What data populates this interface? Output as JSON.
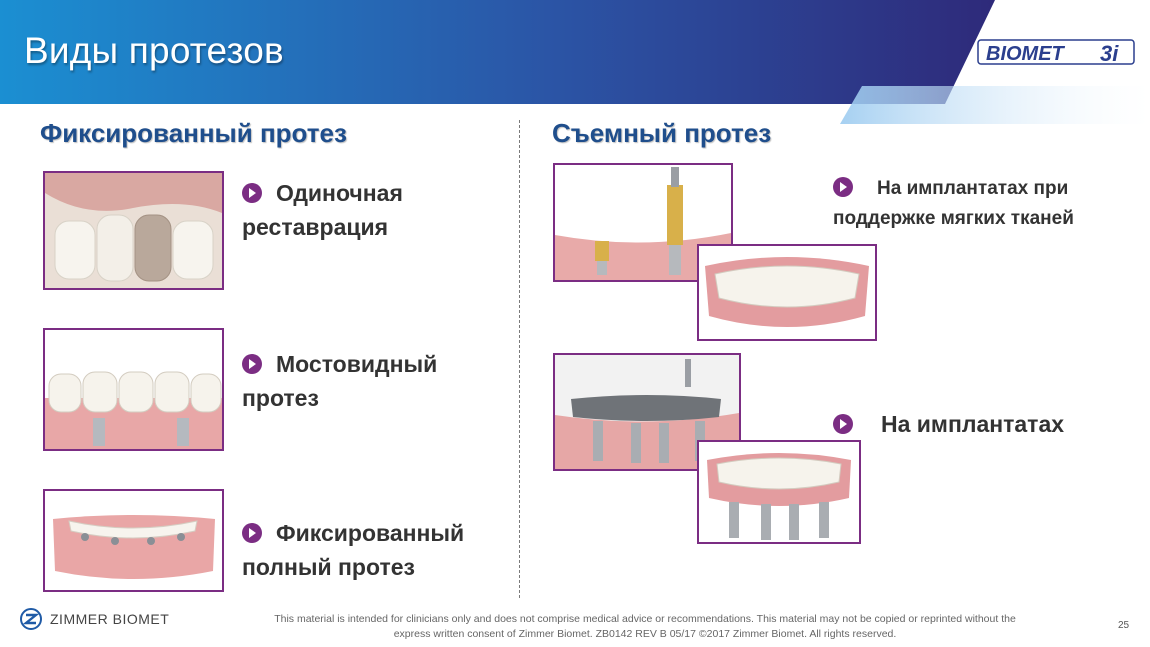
{
  "header": {
    "title": "Виды протезов"
  },
  "logo": {
    "text": "BIOMET 3i"
  },
  "left": {
    "heading": "Фиксированный протез",
    "items": [
      {
        "label": "Одиночная реставрация"
      },
      {
        "label": "Мостовидный протез"
      },
      {
        "label": "Фиксированный полный протез"
      }
    ]
  },
  "right": {
    "heading": "Съемный протез",
    "items": [
      {
        "label": "На имплантатах при поддержке мягких тканей"
      },
      {
        "label": "На имплантатах"
      }
    ]
  },
  "footer": {
    "brand": "ZIMMER BIOMET",
    "disclaimer_line1": "This material is intended for clinicians  only and does not comprise medical advice or recommendations. This material may not be copied or reprinted without the",
    "disclaimer_line2": "express written consent of Zimmer Biomet. ZB0142 REV B 05/17 ©2017 Zimmer Biomet. All rights reserved.",
    "page_number": "25"
  },
  "colors": {
    "accent": "#7b2d83",
    "heading": "#1f4e8c",
    "banner_start": "#1b8fd2",
    "banner_end": "#2e2a7a"
  },
  "icons": [
    "arrow-bullet-icon",
    "zimmer-biomet-logo-icon",
    "biomet-3i-logo"
  ]
}
